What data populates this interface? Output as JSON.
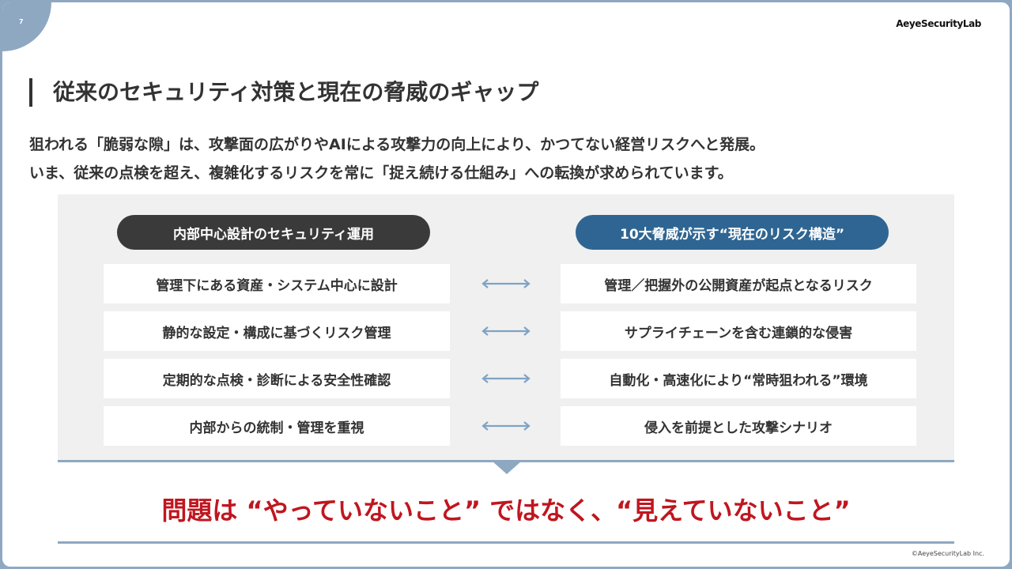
{
  "page_number": "7",
  "logo": "AeyeSecurityLab",
  "title": "従来のセキュリティ対策と現在の脅威のギャップ",
  "lead": [
    "狙われる「脆弱な隙」は、攻撃面の広がりやAIによる攻撃力の向上により、かつてない経営リスクへと発展。",
    "いま、従来の点検を超え、複雑化するリスクを常に「捉え続ける仕組み」への転換が求められています。"
  ],
  "left_header": "内部中心設計のセキュリティ運用",
  "right_header": "10大脅威が示す“現在のリスク構造”",
  "rows": [
    {
      "left": "管理下にある資産・システム中心に設計",
      "right": "管理／把握外の公開資産が起点となるリスク"
    },
    {
      "left": "静的な設定・構成に基づくリスク管理",
      "right": "サプライチェーンを含む連鎖的な侵害"
    },
    {
      "left": "定期的な点検・診断による安全性確認",
      "right": "自動化・高速化により“常時狙われる”環境"
    },
    {
      "left": "内部からの統制・管理を重視",
      "right": "侵入を前提とした攻撃シナリオ"
    }
  ],
  "conclusion": "問題は “やっていないこと” ではなく、“見えていないこと”",
  "copyright": "©AeyeSecurityLab Inc.",
  "colors": {
    "accent": "#8fa8c2",
    "dark_pill": "#3a3a3a",
    "blue_pill": "#2f6592",
    "conclusion": "#c0161f"
  }
}
